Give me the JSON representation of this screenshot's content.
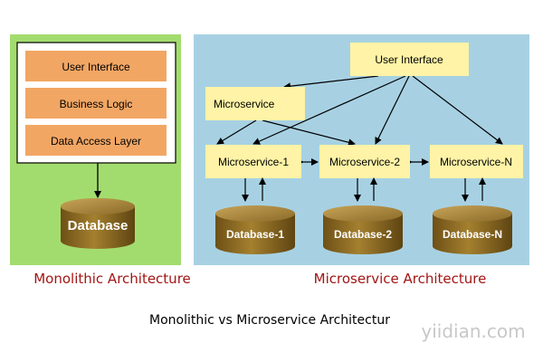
{
  "monolithic": {
    "layers": [
      "User Interface",
      "Business Logic",
      "Data Access Layer"
    ],
    "database": "Database",
    "caption": "Monolithic Architecture"
  },
  "microservice": {
    "user_interface": "User Interface",
    "gateway": "Microservice",
    "services": [
      "Microservice-1",
      "Microservice-2",
      "Microservice-N"
    ],
    "databases": [
      "Database-1",
      "Database-2",
      "Database-N"
    ],
    "caption": "Microservice Architecture"
  },
  "title": "Monolithic vs Microservice Architectur",
  "watermark": "yiidian.com",
  "colors": {
    "monolithic_bg": "#a3dc6e",
    "microservice_bg": "#a7d1e3",
    "layer_fill": "#f2a664",
    "service_fill": "#fef3a6",
    "database_fill": "#8e6b25",
    "caption_red": "#a31515"
  }
}
